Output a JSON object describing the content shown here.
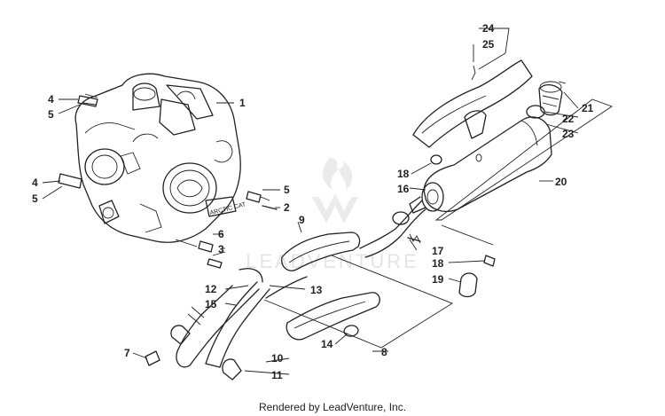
{
  "watermark": {
    "text": "LEADVENTURE"
  },
  "footer": {
    "credit": "Rendered by LeadVenture, Inc."
  },
  "callouts": {
    "c1": "1",
    "c2": "2",
    "c3": "3",
    "c4a": "4",
    "c4b": "4",
    "c5a": "5",
    "c5b": "5",
    "c5c": "5",
    "c6": "6",
    "c7": "7",
    "c8": "8",
    "c9": "9",
    "c10": "10",
    "c11": "11",
    "c12": "12",
    "c13": "13",
    "c14": "14",
    "c15": "15",
    "c16": "16",
    "c17": "17",
    "c18a": "18",
    "c18b": "18",
    "c19": "19",
    "c20": "20",
    "c21": "21",
    "c22": "22",
    "c23": "23",
    "c24": "24",
    "c25": "25"
  },
  "colors": {
    "ink": "#222222",
    "watermark": "#e4e4e4",
    "background": "#ffffff"
  }
}
